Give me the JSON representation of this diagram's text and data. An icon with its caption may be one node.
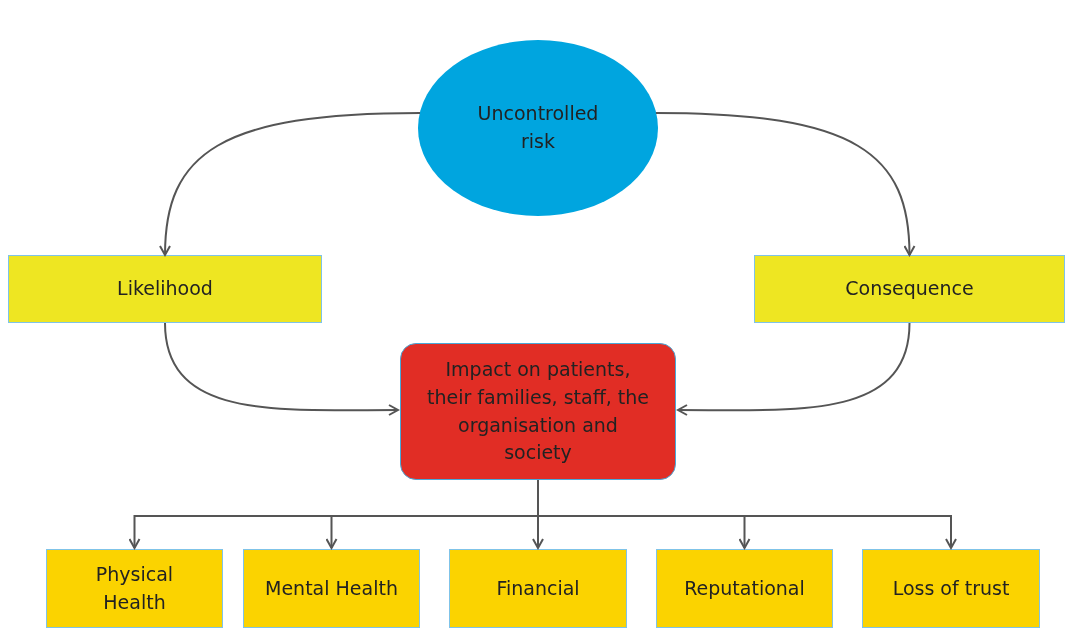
{
  "diagram": {
    "nodes": [
      {
        "text": [
          "Uncontrolled risk"
        ]
      },
      {
        "text": [
          "Likelihood"
        ]
      },
      {
        "text": [
          "Consequence"
        ]
      },
      {
        "text": [
          "Impact on patients, their families, staff, the organisation and society"
        ]
      },
      {
        "text": [
          "Physical Health"
        ]
      },
      {
        "text": [
          "Mental Health"
        ]
      },
      {
        "text": [
          "Financial"
        ]
      },
      {
        "text": [
          "Reputational"
        ]
      },
      {
        "text": [
          "Loss of trust"
        ]
      }
    ],
    "edges": [
      {
        "from": 0,
        "to": 1,
        "arrow": "to"
      },
      {
        "from": 0,
        "to": 2,
        "arrow": "to"
      },
      {
        "from": 1,
        "to": 3,
        "arrow": "to"
      },
      {
        "from": 2,
        "to": 3,
        "arrow": "to"
      },
      {
        "from": 3,
        "to": 4,
        "arrow": "to"
      },
      {
        "from": 3,
        "to": 5,
        "arrow": "to"
      },
      {
        "from": 3,
        "to": 6,
        "arrow": "to"
      },
      {
        "from": 3,
        "to": 7,
        "arrow": "to"
      },
      {
        "from": 3,
        "to": 8,
        "arrow": "to"
      }
    ]
  }
}
